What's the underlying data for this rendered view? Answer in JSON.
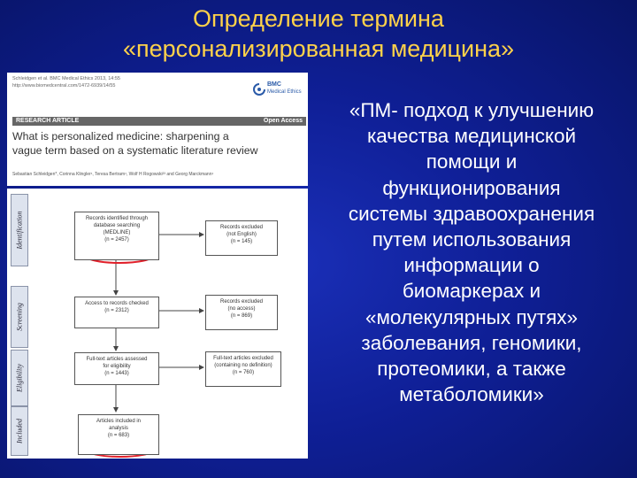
{
  "slide": {
    "title_line1": "Определение термина",
    "title_line2": "«персонализированная медицина»",
    "quote_lines": [
      "«ПМ- подход к улучшению",
      "качества медицинской",
      "помощи и",
      "функционирования",
      "системы здравоохранения",
      "путем использования",
      "информации о",
      "биомаркерах и",
      "«молекулярных путях»",
      "заболевания, геномики,",
      "протеомики, а также",
      "метаболомики»"
    ],
    "colors": {
      "title": "#ffd24a",
      "text": "#ffffff",
      "background": "#1020a0",
      "highlight": "#e0202a"
    }
  },
  "article": {
    "citation_line1": "Schleidgen et al. BMC Medical Ethics 2013, 14:55",
    "citation_line2": "http://www.biomedcentral.com/1472-6939/14/55",
    "journal_logo_top": "BMC",
    "journal_logo_bottom": "Medical Ethics",
    "section_label": "RESEARCH ARTICLE",
    "access_label": "Open Access",
    "title_line1": "What is personalized medicine: sharpening a",
    "title_line2": "vague term based on a systematic literature review",
    "authors": "Sebastian Schleidgen*, Corinna Klingler¹, Teresa Bertram¹, Wolf H Rogowski²³ and Georg Marckmann¹"
  },
  "flowchart": {
    "stages": [
      "Identification",
      "Screening",
      "Eligibility",
      "Included"
    ],
    "boxes": [
      {
        "lines": [
          "Records identified through",
          "database searching",
          "(MEDLINE)",
          "(n = 2457)"
        ]
      },
      {
        "lines": [
          "Records excluded",
          "(not English)",
          "(n = 145)"
        ]
      },
      {
        "lines": [
          "Access to records checked",
          "(n = 2312)"
        ]
      },
      {
        "lines": [
          "Records excluded",
          "(no access)",
          "(n = 869)"
        ]
      },
      {
        "lines": [
          "Full-text articles assessed",
          "for eligibility",
          "(n = 1443)"
        ]
      },
      {
        "lines": [
          "Full-text articles excluded",
          "(containing no definition)",
          "(n = 760)"
        ]
      },
      {
        "lines": [
          "Articles included in",
          "analysis",
          "(n = 683)"
        ]
      }
    ]
  }
}
